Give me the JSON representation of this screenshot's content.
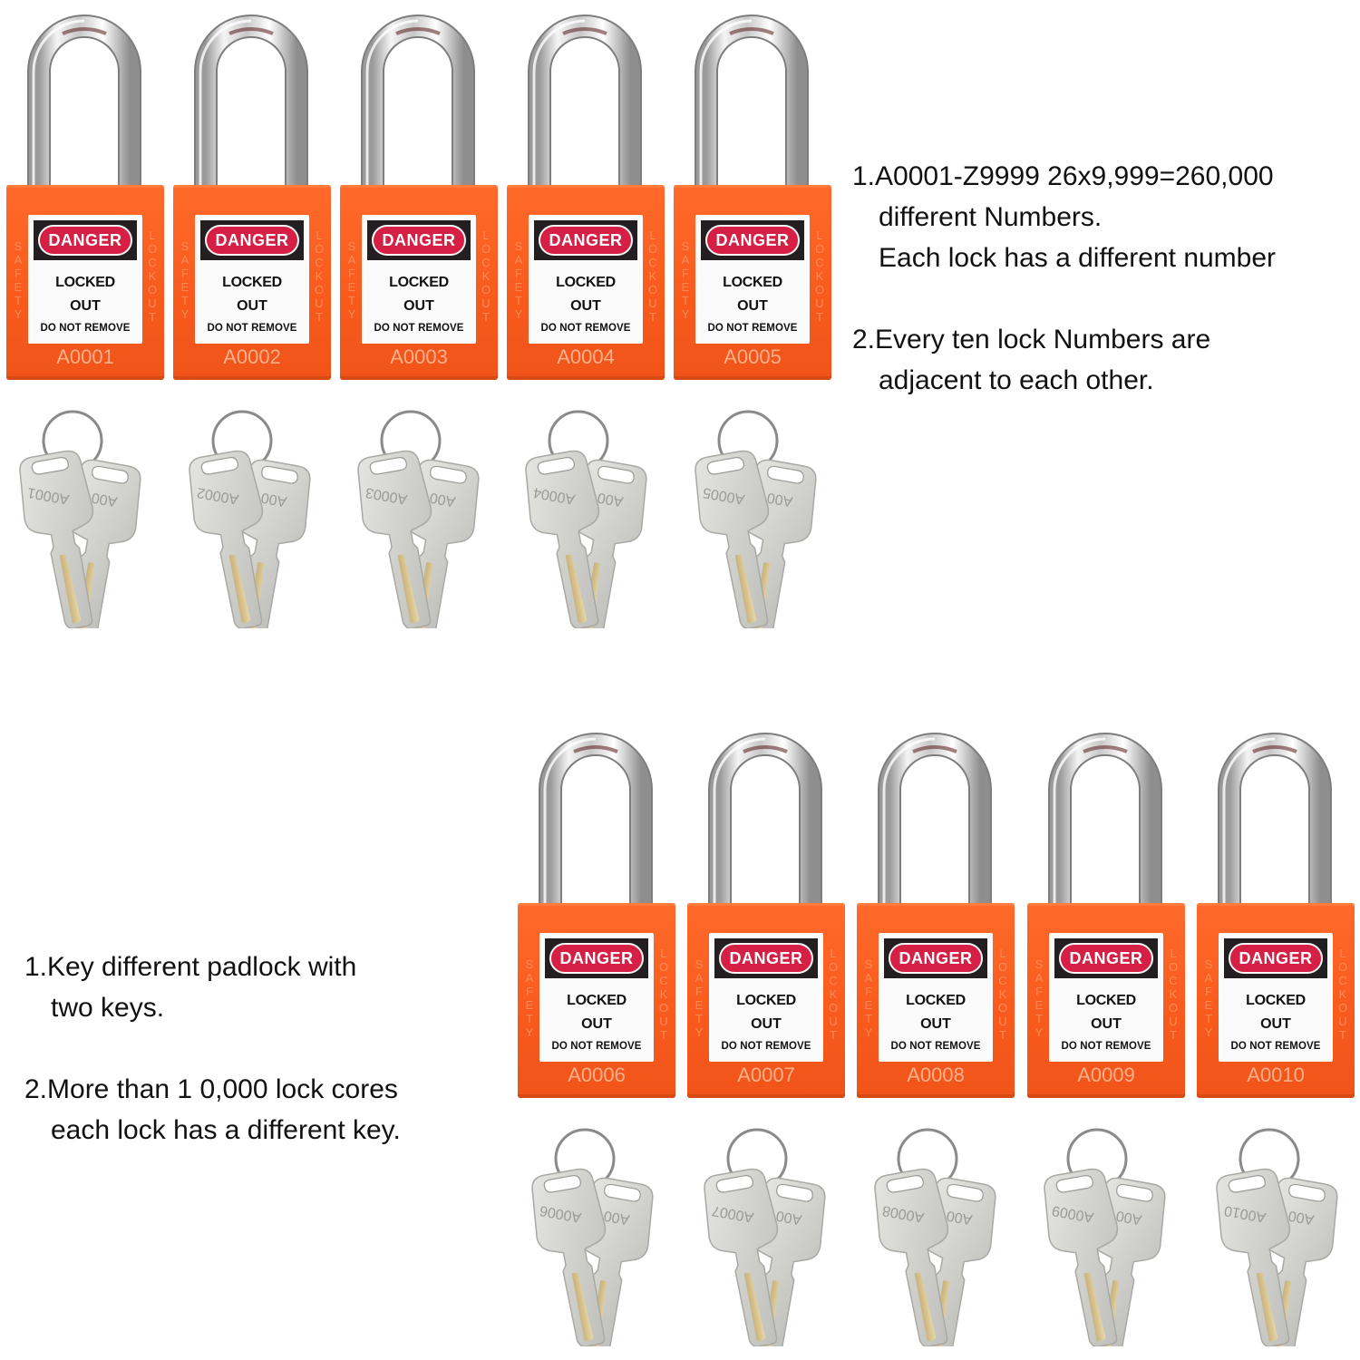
{
  "colors": {
    "lock_body": "#f85a1c",
    "danger_red": "#d51f45",
    "label_band": "#231f20",
    "number_text": "#ffb08a",
    "background": "#ffffff"
  },
  "lock_label": {
    "danger": "DANGER",
    "locked": "LOCKED",
    "out": "OUT",
    "do_not_remove": "DO NOT REMOVE",
    "side_left": "SAFETY",
    "side_right": "LOCKOUT"
  },
  "top_row": {
    "locks": [
      {
        "number": "A0001",
        "key_labels": [
          "A0001",
          "A00"
        ]
      },
      {
        "number": "A0002",
        "key_labels": [
          "A0002",
          "A00"
        ]
      },
      {
        "number": "A0003",
        "key_labels": [
          "A0003",
          "A00"
        ]
      },
      {
        "number": "A0004",
        "key_labels": [
          "A0004",
          "A00"
        ]
      },
      {
        "number": "A0005",
        "key_labels": [
          "A0005",
          "A00"
        ]
      }
    ]
  },
  "bottom_row": {
    "locks": [
      {
        "number": "A0006",
        "key_labels": [
          "A0006",
          "A00"
        ]
      },
      {
        "number": "A0007",
        "key_labels": [
          "A0007",
          "A00"
        ]
      },
      {
        "number": "A0008",
        "key_labels": [
          "A0008",
          "A00"
        ]
      },
      {
        "number": "A0009",
        "key_labels": [
          "A0009",
          "A00"
        ]
      },
      {
        "number": "A0010",
        "key_labels": [
          "A0010",
          "A00"
        ]
      }
    ]
  },
  "top_description": {
    "item1_line1": "1.A0001-Z9999 26x9,999=260,000",
    "item1_line2": "different Numbers.",
    "item1_line3": "Each lock has a different number",
    "item2_line1": "2.Every ten lock Numbers are",
    "item2_line2": "adjacent to each other."
  },
  "bottom_description": {
    "item1_line1": "1.Key different padlock with",
    "item1_line2": "two keys.",
    "item2_line1": "2.More than 1 0,000 lock cores",
    "item2_line2": "each lock has a different key."
  }
}
